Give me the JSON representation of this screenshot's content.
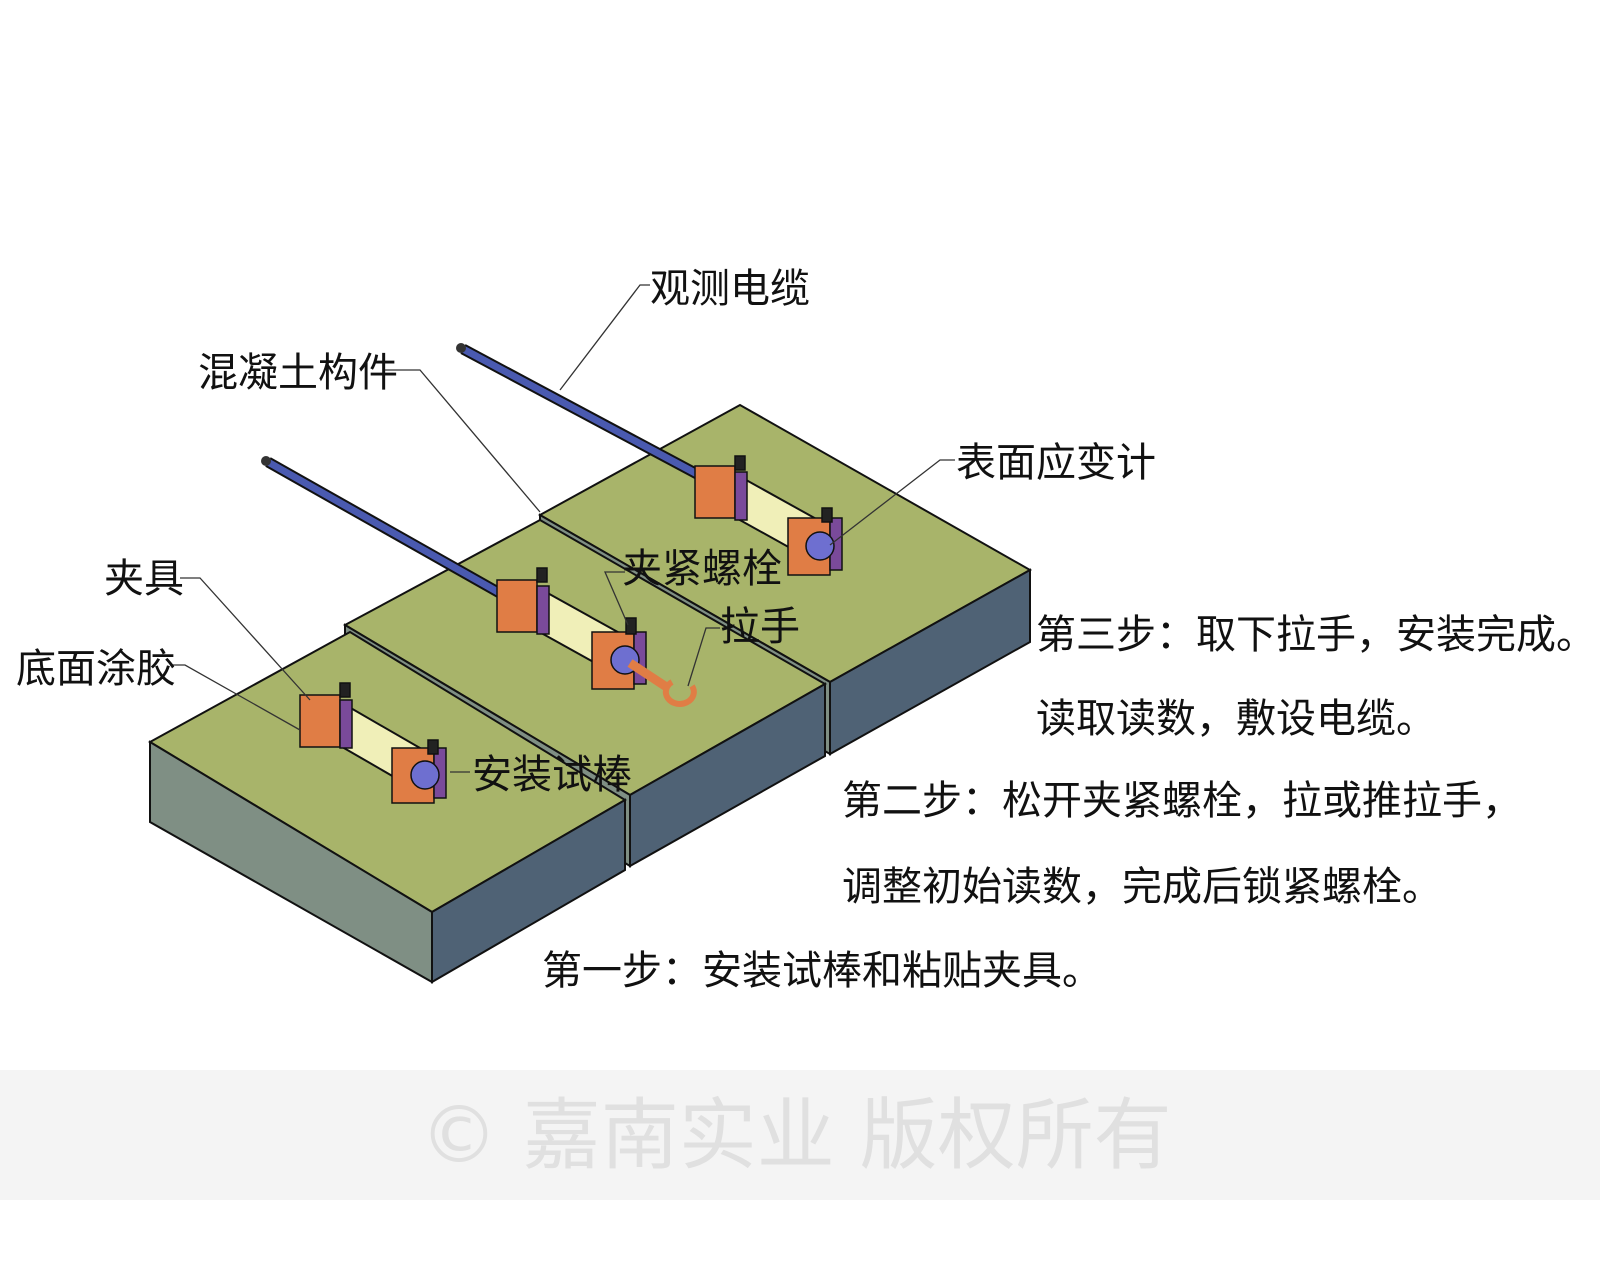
{
  "labels": {
    "cable": "观测电缆",
    "concrete": "混凝土构件",
    "gauge": "表面应变计",
    "clamp": "夹具",
    "clamp_bolt": "夹紧螺栓",
    "handle": "拉手",
    "glue": "底面涂胶",
    "test_rod": "安装试棒"
  },
  "steps": {
    "step3_line1": "第三步：取下拉手，安装完成。",
    "step3_line2": "读取读数，敷设电缆。",
    "step2_line1": "第二步：松开夹紧螺栓，拉或推拉手，",
    "step2_line2": "调整初始读数，完成后锁紧螺栓。",
    "step1_line1": "第一步：安装试棒和粘贴夹具。"
  },
  "watermark": "© 嘉南实业 版权所有",
  "colors": {
    "top": "#a8b46a",
    "front": "#7f8f84",
    "side": "#4f6275",
    "cable": "#4a5ab0",
    "clamp": "#e07d45",
    "purple": "#7a4a9a",
    "rod": "#f0efb8"
  }
}
